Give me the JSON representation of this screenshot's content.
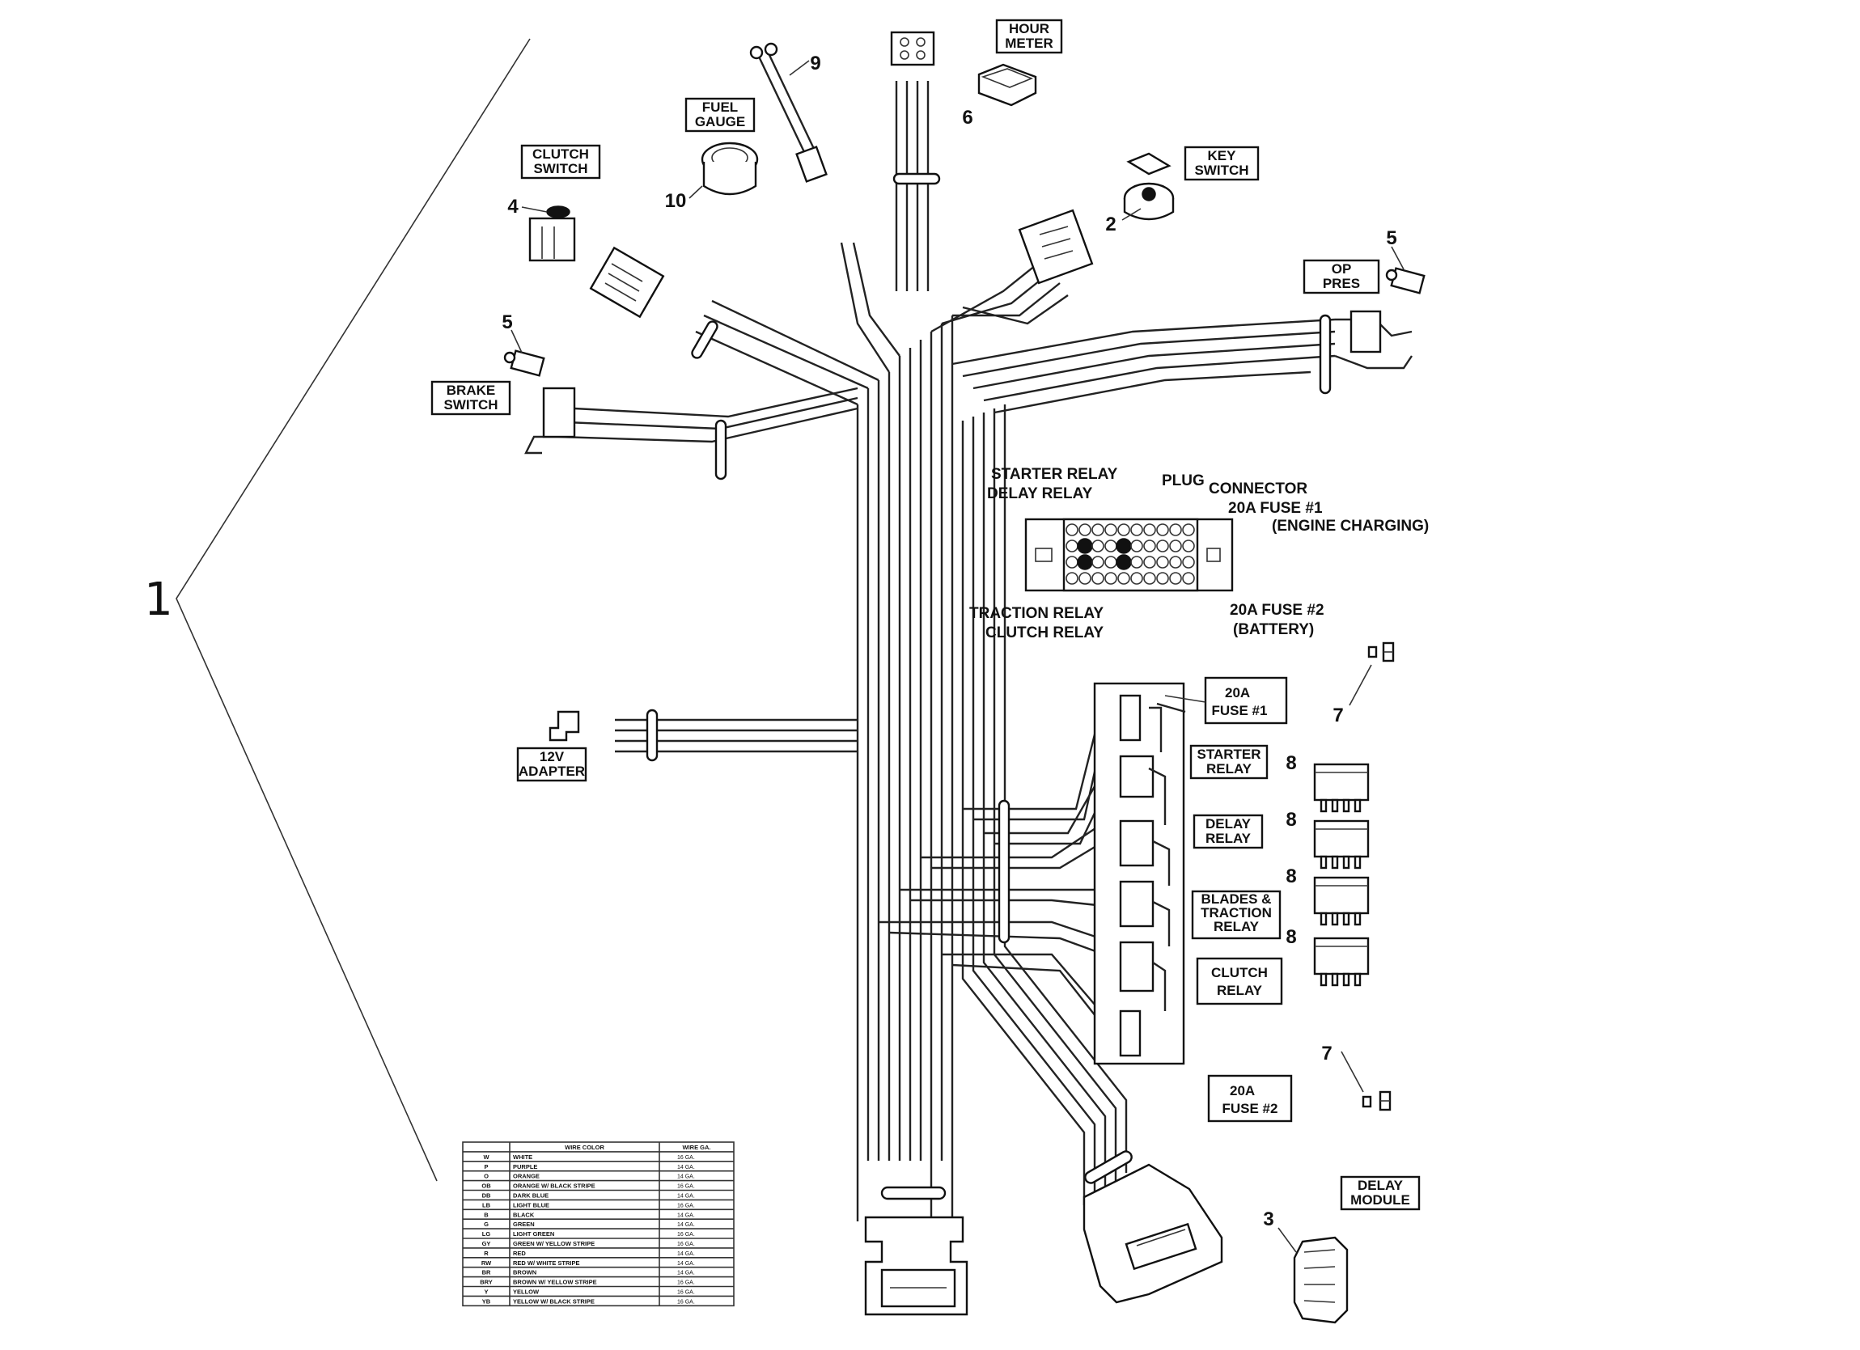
{
  "assembly_number": "1",
  "boxed_labels": {
    "hour_meter": [
      "HOUR",
      "METER"
    ],
    "fuel_gauge": [
      "FUEL",
      "GAUGE"
    ],
    "clutch_switch": [
      "CLUTCH",
      "SWITCH"
    ],
    "key_switch": [
      "KEY",
      "SWITCH"
    ],
    "op_pres": [
      "OP",
      "PRES"
    ],
    "brake_switch": [
      "BRAKE",
      "SWITCH"
    ],
    "adapter_12v": [
      "12V",
      "ADAPTER"
    ],
    "fuse1_box": [
      "20A",
      "FUSE #1"
    ],
    "starter_relay_box": [
      "STARTER",
      "RELAY"
    ],
    "delay_relay_box": [
      "DELAY",
      "RELAY"
    ],
    "blades_traction_box": [
      "BLADES &",
      "TRACTION",
      "RELAY"
    ],
    "clutch_relay_box": [
      "CLUTCH",
      "RELAY"
    ],
    "fuse2_box": [
      "20A",
      "FUSE #2"
    ],
    "delay_module": [
      "DELAY",
      "MODULE"
    ]
  },
  "fuse_block_labels": {
    "starter_relay": "STARTER RELAY",
    "delay_relay": "DELAY RELAY",
    "plug": "PLUG",
    "connector": "CONNECTOR",
    "fuse1": "20A FUSE #1",
    "engine_charging": "(ENGINE CHARGING)",
    "traction_relay": "TRACTION RELAY",
    "clutch_relay": "CLUTCH RELAY",
    "fuse2": "20A FUSE #2",
    "battery": "(BATTERY)"
  },
  "callouts": {
    "key_switch": "2",
    "delay_module": "3",
    "clutch_switch": "4",
    "op_sensor": "5",
    "brake_sensor": "5",
    "hour_meter": "6",
    "fuse_upper": "7",
    "fuse_lower": "7",
    "relay_a": "8",
    "relay_b": "8",
    "relay_c": "8",
    "relay_d": "8",
    "lead": "9",
    "fuel_gauge": "10"
  },
  "wire_table": {
    "headers": [
      "",
      "WIRE COLOR",
      "WIRE GA."
    ],
    "rows": [
      [
        "W",
        "WHITE",
        "16 GA."
      ],
      [
        "P",
        "PURPLE",
        "14 GA."
      ],
      [
        "O",
        "ORANGE",
        "14 GA."
      ],
      [
        "OB",
        "ORANGE W/ BLACK STRIPE",
        "16 GA."
      ],
      [
        "DB",
        "DARK BLUE",
        "14 GA."
      ],
      [
        "LB",
        "LIGHT BLUE",
        "16 GA."
      ],
      [
        "B",
        "BLACK",
        "14 GA."
      ],
      [
        "G",
        "GREEN",
        "14 GA."
      ],
      [
        "LG",
        "LIGHT GREEN",
        "16 GA."
      ],
      [
        "GY",
        "GREEN W/ YELLOW STRIPE",
        "16 GA."
      ],
      [
        "R",
        "RED",
        "14 GA."
      ],
      [
        "RW",
        "RED W/ WHITE STRIPE",
        "14 GA."
      ],
      [
        "BR",
        "BROWN",
        "14 GA."
      ],
      [
        "BRY",
        "BROWN W/ YELLOW STRIPE",
        "16 GA."
      ],
      [
        "Y",
        "YELLOW",
        "16 GA."
      ],
      [
        "YB",
        "YELLOW W/ BLACK STRIPE",
        "16 GA."
      ]
    ]
  }
}
